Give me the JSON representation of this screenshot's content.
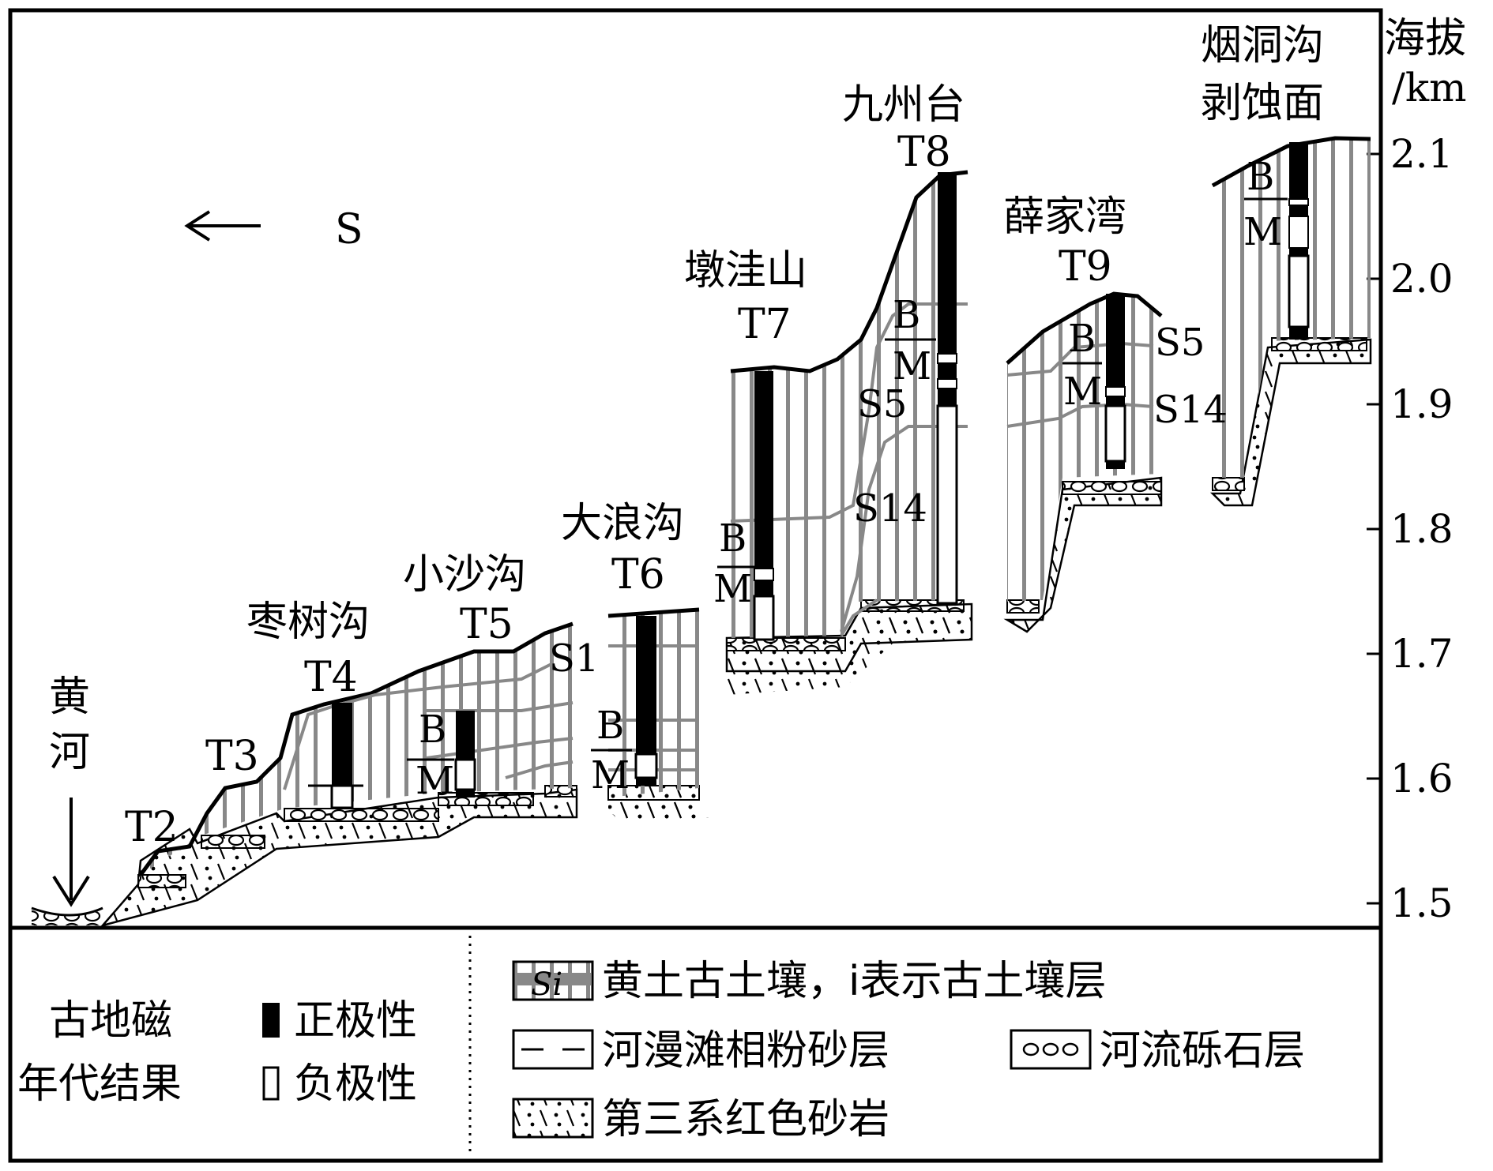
{
  "figure": {
    "axis": {
      "title_line1": "海拔",
      "title_line2": "/km",
      "ticks": [
        "2.1",
        "2.0",
        "1.9",
        "1.8",
        "1.7",
        "1.6",
        "1.5"
      ]
    },
    "direction": {
      "label": "S"
    },
    "river": {
      "line1": "黄",
      "line2": "河"
    },
    "terraces": {
      "t2": "T2",
      "t3": "T3",
      "t4": {
        "name": "枣树沟",
        "code": "T4"
      },
      "t5": {
        "name": "小沙沟",
        "code": "T5"
      },
      "t6": {
        "name": "大浪沟",
        "code": "T6"
      },
      "t7": {
        "name": "墩洼山",
        "code": "T7"
      },
      "t8": {
        "name": "九州台",
        "code": "T8"
      },
      "t9": {
        "name": "薛家湾",
        "code": "T9"
      },
      "top": {
        "line1": "烟洞沟",
        "line2": "剥蚀面"
      }
    },
    "boundary": {
      "b": "B",
      "m": "M"
    },
    "soils": {
      "s1": "S1",
      "s5": "S5",
      "s14": "S14"
    }
  },
  "legend": {
    "paleomag_line1": "古地磁",
    "paleomag_line2": "年代结果",
    "normal": "正极性",
    "reverse": "负极性",
    "loess_symbol": "Si",
    "loess": "黄土古土壤，i表示古土壤层",
    "floodplain": "河漫滩相粉砂层",
    "gravel": "河流砾石层",
    "sandstone": "第三系红色砂岩"
  }
}
